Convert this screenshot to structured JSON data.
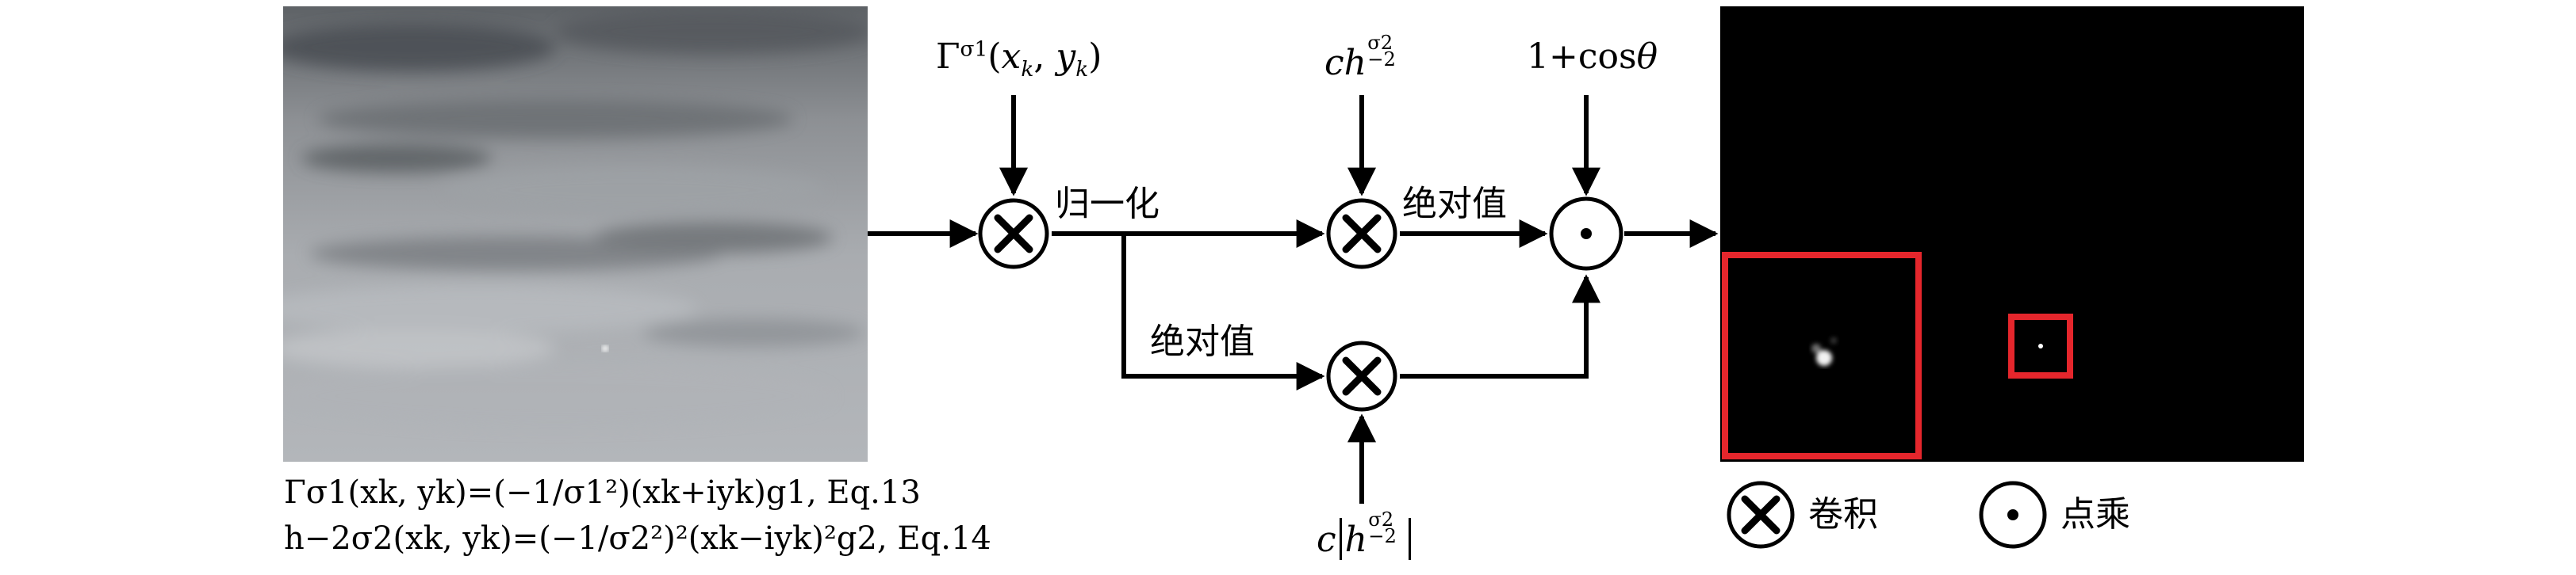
{
  "diagram": {
    "gamma_label": {
      "sym": "Γ",
      "sup": "σ1",
      "x": "x",
      "xk": "k",
      "sep": ", ",
      "y": "y",
      "yk": "k"
    },
    "ch_label": {
      "c": "c",
      "h": "h",
      "sup": "σ2",
      "sub": "−2"
    },
    "cos_label": {
      "pre": "1+cos",
      "theta": "θ"
    },
    "normalize": "归一化",
    "abs_top": "绝对值",
    "abs_bottom": "绝对值",
    "c_abs_h": {
      "c": "c",
      "h": "h",
      "sup": "σ2",
      "sub": "−2"
    },
    "eq13": "Γσ1(xk, yk)=(−1/σ1²)(xk+iyk)g1, Eq.13",
    "eq14": "h−2σ2(xk, yk)=(−1/σ2²)²(xk−iyk)²g2, Eq.14",
    "legend": {
      "conv": "卷积",
      "dot": "点乘"
    }
  },
  "colors": {
    "highlight": "#e5262c",
    "output_bg": "#000000",
    "line": "#000000"
  }
}
